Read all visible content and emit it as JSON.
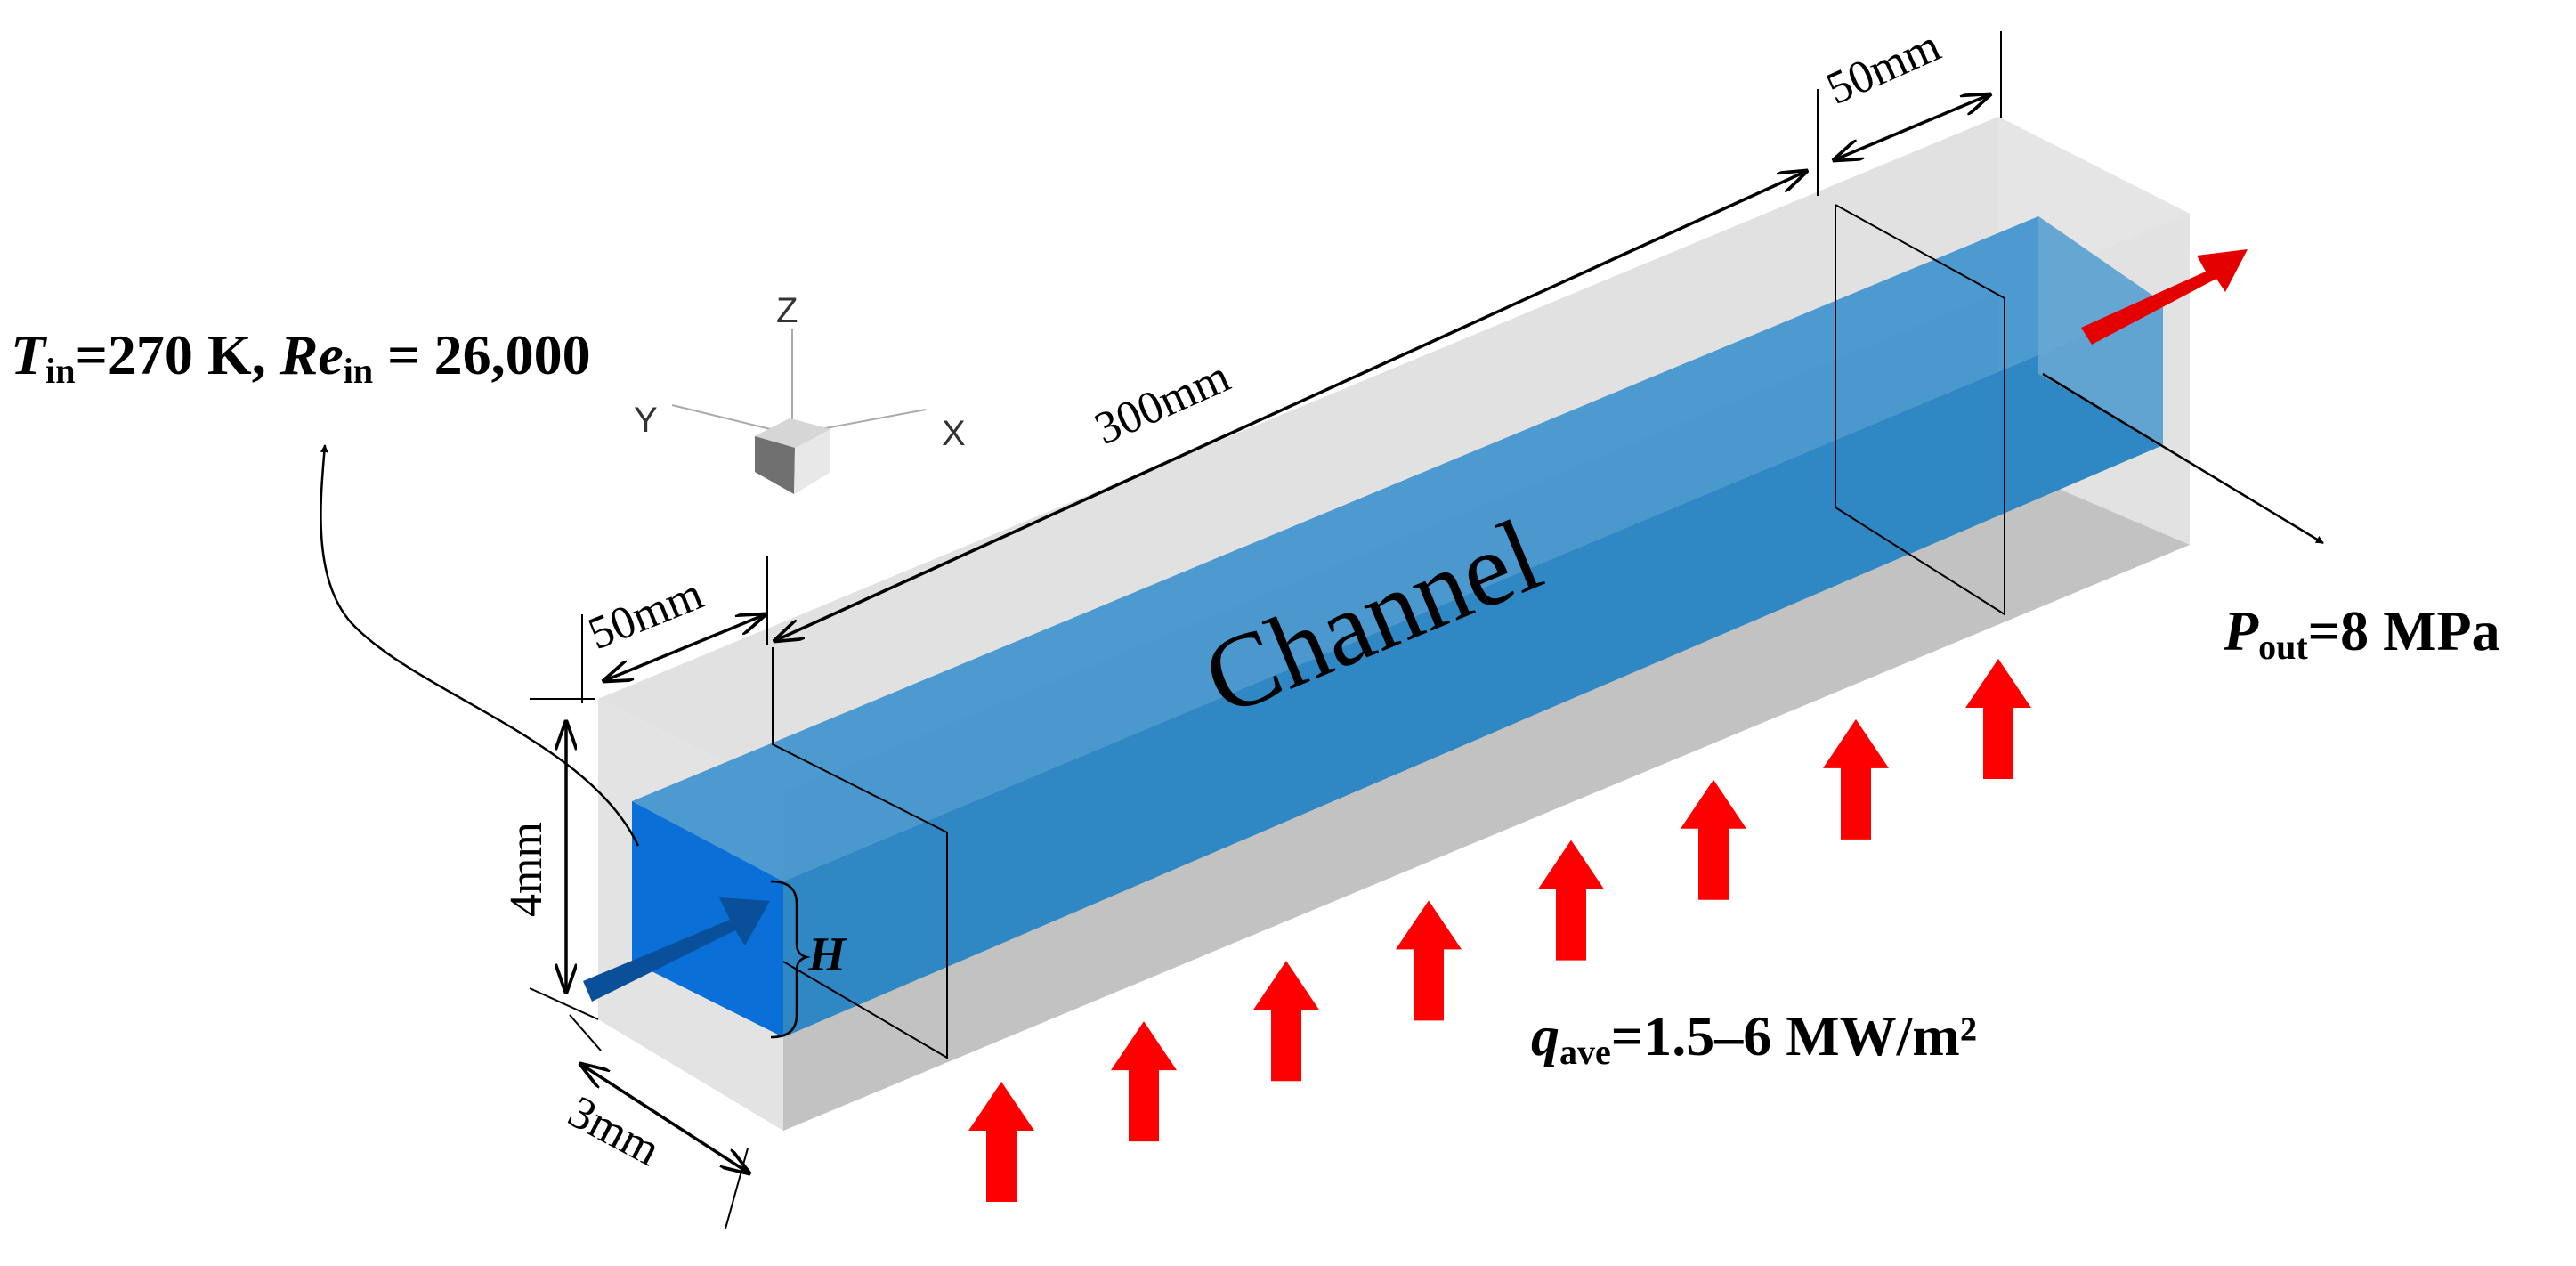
{
  "labels": {
    "inlet": {
      "T_sym": "T",
      "T_sub": "in",
      "T_val": "=270 K, ",
      "Re_sym": "Re",
      "Re_sub": "in",
      "Re_val": " = 26,000"
    },
    "outlet": {
      "P_sym": "P",
      "P_sub": "out",
      "P_val": "=8 MPa"
    },
    "heat_flux": {
      "q_sym": "q",
      "q_sub": "ave",
      "q_val": "=1.5–6 MW/m²"
    },
    "channel": "Channel",
    "height_symbol": "H",
    "dim_length": "300mm",
    "dim_inlet_section": "50mm",
    "dim_outlet_section": "50mm",
    "dim_height": "4mm",
    "dim_width": "3mm",
    "axes": {
      "x": "X",
      "y": "Y",
      "z": "Z"
    }
  },
  "colors": {
    "solid_top": "#dcdcdc",
    "solid_front": "#c0c0c0",
    "solid_end": "#e2e2e2",
    "fluid": "#2f87c3",
    "inlet_face": "#0a6fd6",
    "inlet_arrow": "#0a4f99",
    "heat_arrow": "#ff0000"
  }
}
